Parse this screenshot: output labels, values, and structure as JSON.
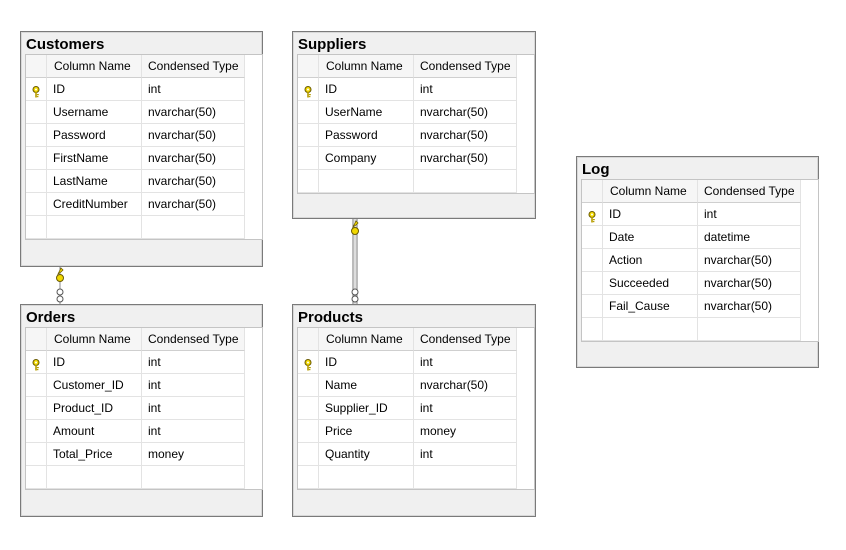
{
  "columns_header": {
    "name": "Column Name",
    "type": "Condensed Type"
  },
  "tables": [
    {
      "id": "customers",
      "title": "Customers",
      "rows": [
        {
          "name": "ID",
          "type": "int",
          "primary_key": true
        },
        {
          "name": "Username",
          "type": "nvarchar(50)"
        },
        {
          "name": "Password",
          "type": "nvarchar(50)"
        },
        {
          "name": "FirstName",
          "type": "nvarchar(50)"
        },
        {
          "name": "LastName",
          "type": "nvarchar(50)"
        },
        {
          "name": "CreditNumber",
          "type": "nvarchar(50)"
        }
      ]
    },
    {
      "id": "suppliers",
      "title": "Suppliers",
      "rows": [
        {
          "name": "ID",
          "type": "int",
          "primary_key": true
        },
        {
          "name": "UserName",
          "type": "nvarchar(50)"
        },
        {
          "name": "Password",
          "type": "nvarchar(50)"
        },
        {
          "name": "Company",
          "type": "nvarchar(50)"
        }
      ]
    },
    {
      "id": "log",
      "title": "Log",
      "rows": [
        {
          "name": "ID",
          "type": "int",
          "primary_key": true
        },
        {
          "name": "Date",
          "type": "datetime"
        },
        {
          "name": "Action",
          "type": "nvarchar(50)"
        },
        {
          "name": "Succeeded",
          "type": "nvarchar(50)"
        },
        {
          "name": "Fail_Cause",
          "type": "nvarchar(50)"
        }
      ]
    },
    {
      "id": "orders",
      "title": "Orders",
      "rows": [
        {
          "name": "ID",
          "type": "int",
          "primary_key": true
        },
        {
          "name": "Customer_ID",
          "type": "int"
        },
        {
          "name": "Product_ID",
          "type": "int"
        },
        {
          "name": "Amount",
          "type": "int"
        },
        {
          "name": "Total_Price",
          "type": "money"
        }
      ]
    },
    {
      "id": "products",
      "title": "Products",
      "rows": [
        {
          "name": "ID",
          "type": "int",
          "primary_key": true
        },
        {
          "name": "Name",
          "type": "nvarchar(50)"
        },
        {
          "name": "Supplier_ID",
          "type": "int"
        },
        {
          "name": "Price",
          "type": "money"
        },
        {
          "name": "Quantity",
          "type": "int"
        }
      ]
    }
  ],
  "relationships": [
    {
      "from": "customers",
      "to": "orders"
    },
    {
      "from": "suppliers",
      "to": "products"
    }
  ],
  "colors": {
    "key": "#f1d800",
    "key_outline": "#6a5a00",
    "border": "#7a7a7a"
  }
}
